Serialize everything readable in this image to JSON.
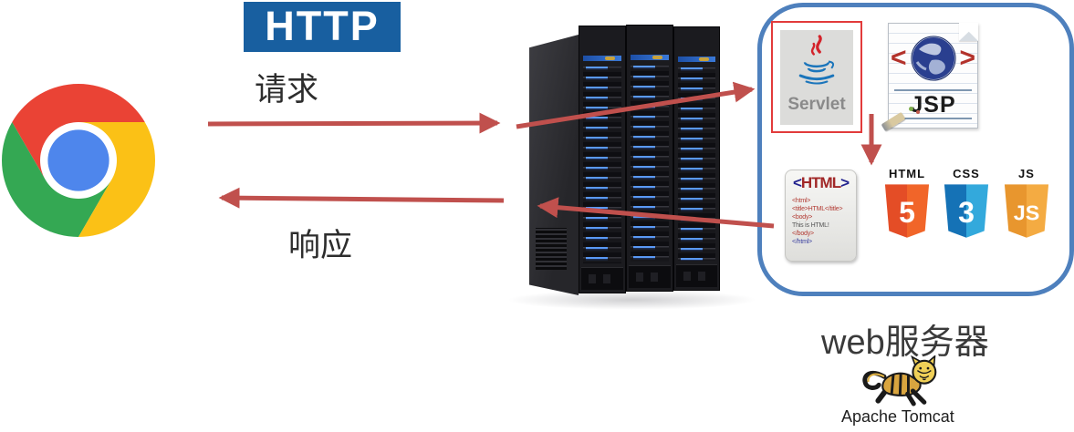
{
  "http": {
    "badge": "HTTP",
    "request_label": "请求",
    "response_label": "响应"
  },
  "servlet": {
    "label": "Servlet"
  },
  "jsp": {
    "label": "JSP",
    "bracket_left": "<",
    "bracket_right": ">"
  },
  "html_card": {
    "bracket_left": "<",
    "title": "HTML",
    "bracket_right": ">",
    "code_lines": [
      "<html>",
      "<title>HTML</title>",
      "<body>",
      "This is HTML!",
      "</body>",
      "</html>"
    ]
  },
  "tech_badges": [
    {
      "label": "HTML",
      "glyph": "5",
      "color_left": "#e44d26",
      "color_right": "#f16529"
    },
    {
      "label": "CSS",
      "glyph": "3",
      "color_left": "#1572b6",
      "color_right": "#33a9dc"
    },
    {
      "label": "JS",
      "glyph": "JS",
      "color_left": "#e8962e",
      "color_right": "#f4ab42"
    }
  ],
  "server_box": {
    "title": "web服务器"
  },
  "tomcat": {
    "label": "Apache Tomcat"
  },
  "colors": {
    "arrow_red": "#c0504d",
    "http_badge_bg": "#185fa0",
    "box_border_blue": "#4e80bd",
    "servlet_border_red": "#e23b3b"
  }
}
